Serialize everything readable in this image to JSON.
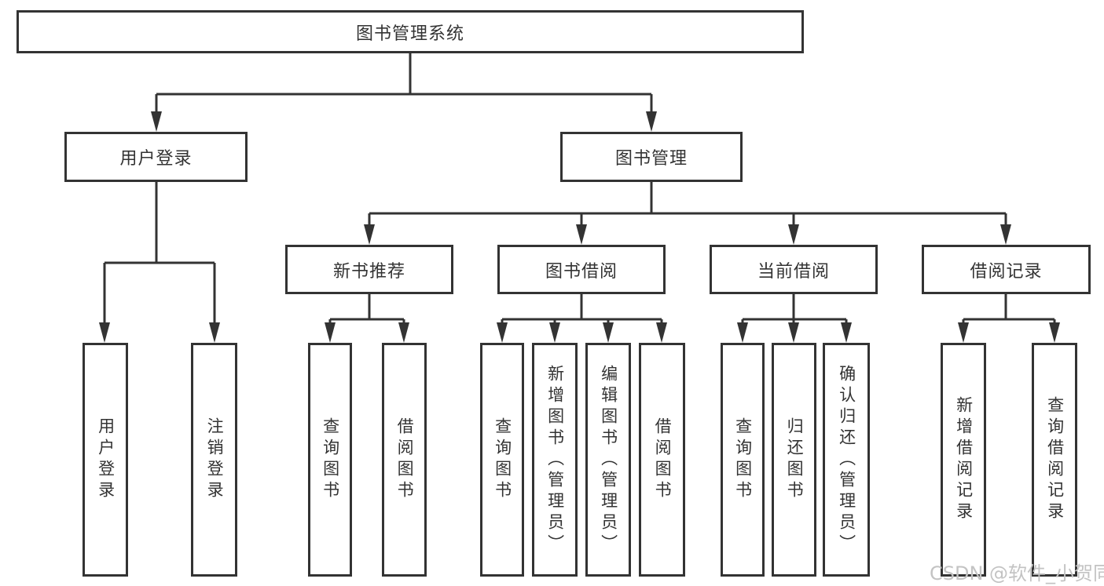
{
  "tree": {
    "root": "图书管理系统",
    "children": [
      {
        "label": "用户登录",
        "children": [
          "用户登录",
          "注销登录"
        ]
      },
      {
        "label": "图书管理",
        "children": [
          {
            "label": "新书推荐",
            "children": [
              "查询图书",
              "借阅图书"
            ]
          },
          {
            "label": "图书借阅",
            "children": [
              "查询图书",
              "新增图书（管理员）",
              "编辑图书（管理员）",
              "借阅图书"
            ]
          },
          {
            "label": "当前借阅",
            "children": [
              "查询图书",
              "归还图书",
              "确认归还（管理员）"
            ]
          },
          {
            "label": "借阅记录",
            "children": [
              "新增借阅记录",
              "查询借阅记录"
            ]
          }
        ]
      }
    ]
  },
  "watermark": "CSDN @软件_小贺同学",
  "colors": {
    "line": "#333333",
    "text": "#333333",
    "box_background": "#ffffff",
    "page_background": "#ffffff",
    "watermark": "#c3c3c3"
  }
}
